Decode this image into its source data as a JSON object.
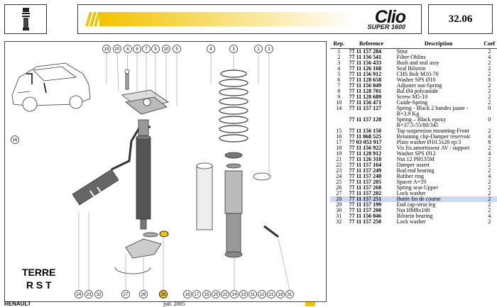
{
  "header": {
    "brand": "Clio",
    "brand_sub": "SUPER 1600",
    "page_number": "32.06"
  },
  "diagram": {
    "caption_line1": "TERRE",
    "caption_line2": "R S T",
    "top_callouts": [
      "19",
      "20",
      "6",
      "8",
      "7",
      "9",
      "10",
      "5",
      "4",
      "3",
      "1",
      "2"
    ],
    "bottom_callouts": [
      "24",
      "23",
      "32",
      "27",
      "26",
      "28",
      "16",
      "17",
      "15",
      "25",
      "22",
      "14",
      "13",
      "11",
      "12",
      "21",
      "18",
      "31"
    ],
    "highlighted_callout": "28"
  },
  "table": {
    "headers": {
      "rep": "Rep.",
      "ref": "Reference",
      "desc": "Description",
      "coef": "Coef"
    },
    "rows": [
      {
        "rep": "1",
        "ref": "77 11 157 284",
        "desc": "Strut",
        "coef": "2"
      },
      {
        "rep": "2",
        "ref": "77 11 156 541",
        "desc": "Filter-Ohlins",
        "coef": "4"
      },
      {
        "rep": "3",
        "ref": "77 11 156 433",
        "desc": "Bush and seal assy",
        "coef": "2"
      },
      {
        "rep": "4",
        "ref": "77 11 126 168",
        "desc": "Seal Bilstein",
        "coef": "2"
      },
      {
        "rep": "5",
        "ref": "77 11 156 912",
        "desc": "CHS Bolt M10-70",
        "coef": "2"
      },
      {
        "rep": "6",
        "ref": "77 11 128 658",
        "desc": "Washer SPS Ø10",
        "coef": "8"
      },
      {
        "rep": "7",
        "ref": "77 11 156 049",
        "desc": "Adjuster nut-Spring",
        "coef": "2"
      },
      {
        "rep": "8",
        "ref": "77 11 128 701",
        "desc": "Bal Ø4 polyamide",
        "coef": "2"
      },
      {
        "rep": "9",
        "ref": "77 11 128 689",
        "desc": "Screw M5-10",
        "coef": "2"
      },
      {
        "rep": "10",
        "ref": "77 11 156 471",
        "desc": "Guide-Spring",
        "coef": "2"
      },
      {
        "rep": "14",
        "ref": "77 11 157 127",
        "desc": "Spring - Black 2 bandes jaune -",
        "coef": "0"
      },
      {
        "rep": "",
        "ref": "",
        "desc": "R=3.9 Kg",
        "coef": ""
      },
      {
        "rep": "",
        "ref": "77 11 157 128",
        "desc": "Spring – Black epoxy",
        "coef": "0"
      },
      {
        "rep": "",
        "ref": "",
        "desc": "R=37.5-55/80/345",
        "coef": ""
      },
      {
        "rep": "15",
        "ref": "77 11 156 150",
        "desc": "Top suspension mounting-Front",
        "coef": "2"
      },
      {
        "rep": "16",
        "ref": "77 11 068 525",
        "desc": "Retaining clip-Damper reservoir",
        "coef": "4"
      },
      {
        "rep": "17",
        "ref": "77 03 053 917",
        "desc": "Plain washer Ø10.5x20 ep:3",
        "coef": "8"
      },
      {
        "rep": "18",
        "ref": "77 11 156 922",
        "desc": "Vis fix.amortisseur AV / support",
        "coef": "2"
      },
      {
        "rep": "19",
        "ref": "77 11 128 912",
        "desc": "Washer SPS Ø12",
        "coef": "4"
      },
      {
        "rep": "21",
        "ref": "77 11 126 318",
        "desc": "Nut 12 PH135M",
        "coef": "2"
      },
      {
        "rep": "22",
        "ref": "77 11 157 164",
        "desc": "Damper ussert",
        "coef": "2"
      },
      {
        "rep": "23",
        "ref": "77 11 157 249",
        "desc": "Rod end bearing",
        "coef": "2"
      },
      {
        "rep": "24",
        "ref": "77 11 157 248",
        "desc": "Rubber ring",
        "coef": "4"
      },
      {
        "rep": "25",
        "ref": "77 11 157 205",
        "desc": "Spacer A=19",
        "coef": "2"
      },
      {
        "rep": "26",
        "ref": "77 11 157 268",
        "desc": "Spring seat-Upper",
        "coef": "2"
      },
      {
        "rep": "27",
        "ref": "77 11 157 202",
        "desc": "Lock washer",
        "coef": "2"
      },
      {
        "rep": "28",
        "ref": "77 11 157 251",
        "desc": "Butée fin de course",
        "coef": "2",
        "highlight": true
      },
      {
        "rep": "29",
        "ref": "77 11 157 199",
        "desc": "End cap-strut leg",
        "coef": "2"
      },
      {
        "rep": "30",
        "ref": "77 11 157 200",
        "desc": "Nut HM8x100",
        "coef": "2"
      },
      {
        "rep": "31",
        "ref": "77 11 156 046",
        "desc": "Bilstein bearing",
        "coef": "4"
      },
      {
        "rep": "32",
        "ref": "77 11 157 250",
        "desc": "Lock washer",
        "coef": "2"
      }
    ]
  },
  "footer": {
    "left": "RENAULT",
    "middle": "juil. 2005"
  },
  "colors": {
    "accent": "#f3c300",
    "highlight": "#cdd9f0"
  }
}
